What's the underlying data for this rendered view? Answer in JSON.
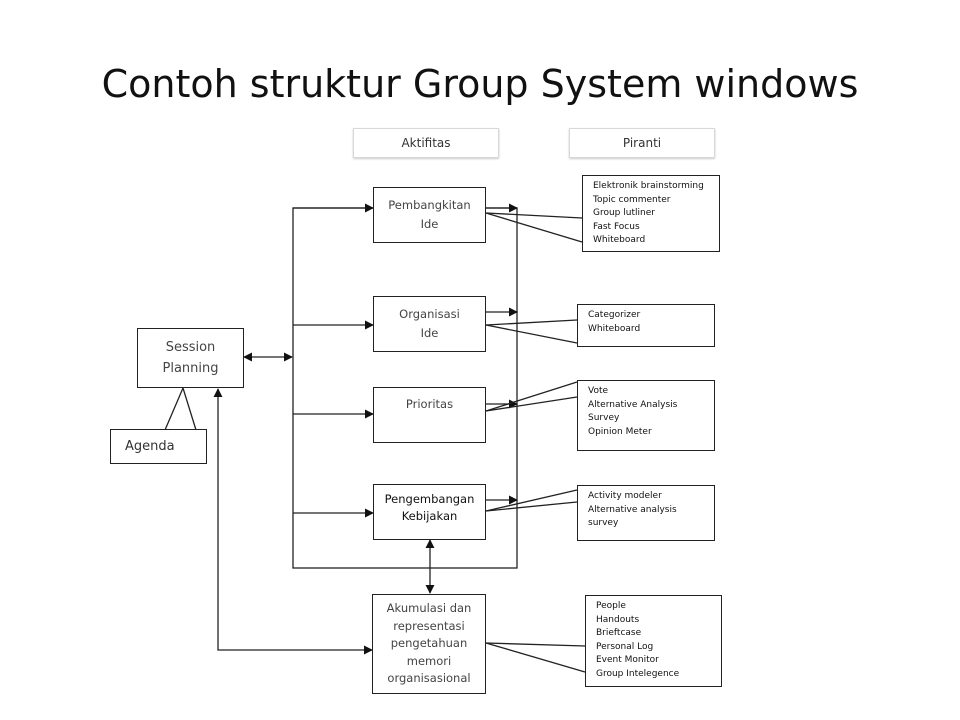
{
  "title": "Contoh struktur Group System windows",
  "headers": {
    "activities": "Aktifitas",
    "tools": "Piranti"
  },
  "session_planning": "Session\nPlanning",
  "agenda": "Agenda",
  "activities": [
    {
      "label": "Pembangkitan\nIde",
      "tools": [
        "Elektronik brainstorming",
        "Topic commenter",
        "Group lutliner",
        "Fast Focus",
        "Whiteboard"
      ]
    },
    {
      "label": "Organisasi\nIde",
      "tools": [
        "Categorizer",
        "Whiteboard"
      ]
    },
    {
      "label": "Prioritas",
      "tools": [
        "Vote",
        "Alternative Analysis",
        "Survey",
        "Opinion Meter"
      ]
    },
    {
      "label": "Pengembangan\nKebijakan",
      "tools": [
        "Activity modeler",
        "Alternative analysis",
        "survey"
      ]
    }
  ],
  "knowledge": {
    "label": "Akumulasi dan\nrepresentasi\npengetahuan\nmemori\norganisasional",
    "tools": [
      "People",
      "Handouts",
      "Brieftcase",
      "Personal Log",
      "Event Monitor",
      "Group Intelegence"
    ]
  }
}
